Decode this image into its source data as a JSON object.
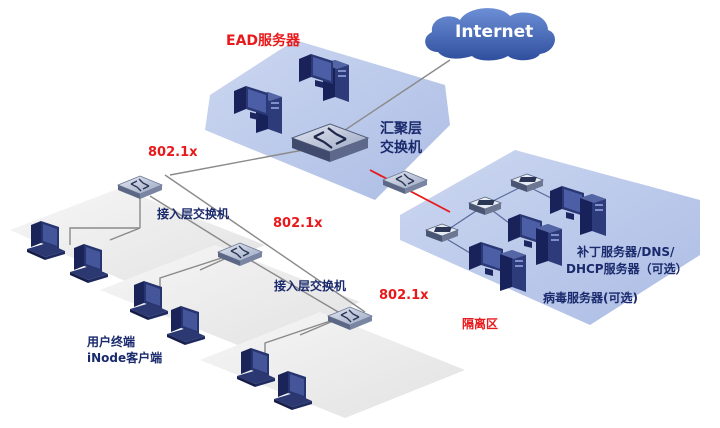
{
  "cloud": {
    "label": "Internet"
  },
  "ead_server": {
    "label": "EAD服务器"
  },
  "aggregation_switch": {
    "line1": "汇聚层",
    "line2": "交换机"
  },
  "access_switch_1": {
    "label": "接入层交换机"
  },
  "access_switch_2": {
    "label": "接入层交换机"
  },
  "dot1x_labels": [
    "802.1x",
    "802.1x",
    "802.1x"
  ],
  "user_terminal": {
    "line1": "用户终端",
    "line2": "iNode客户端"
  },
  "patch_server": {
    "line1": "补丁服务器/DNS/",
    "line2": "DHCP服务器（可选）"
  },
  "antivirus_server": {
    "label": "病毒服务器(可选)"
  },
  "quarantine_zone": {
    "label": "隔离区"
  },
  "colors": {
    "accent_red": "#e8191b",
    "label_navy": "#1a2a6c",
    "zone_blue": "#b9c8ea",
    "panel_gray": "#ececec",
    "device_navy": "#1e2b6e"
  },
  "icons": [
    "cloud-icon",
    "server-tower-icon",
    "switch-icon",
    "pc-icon"
  ]
}
